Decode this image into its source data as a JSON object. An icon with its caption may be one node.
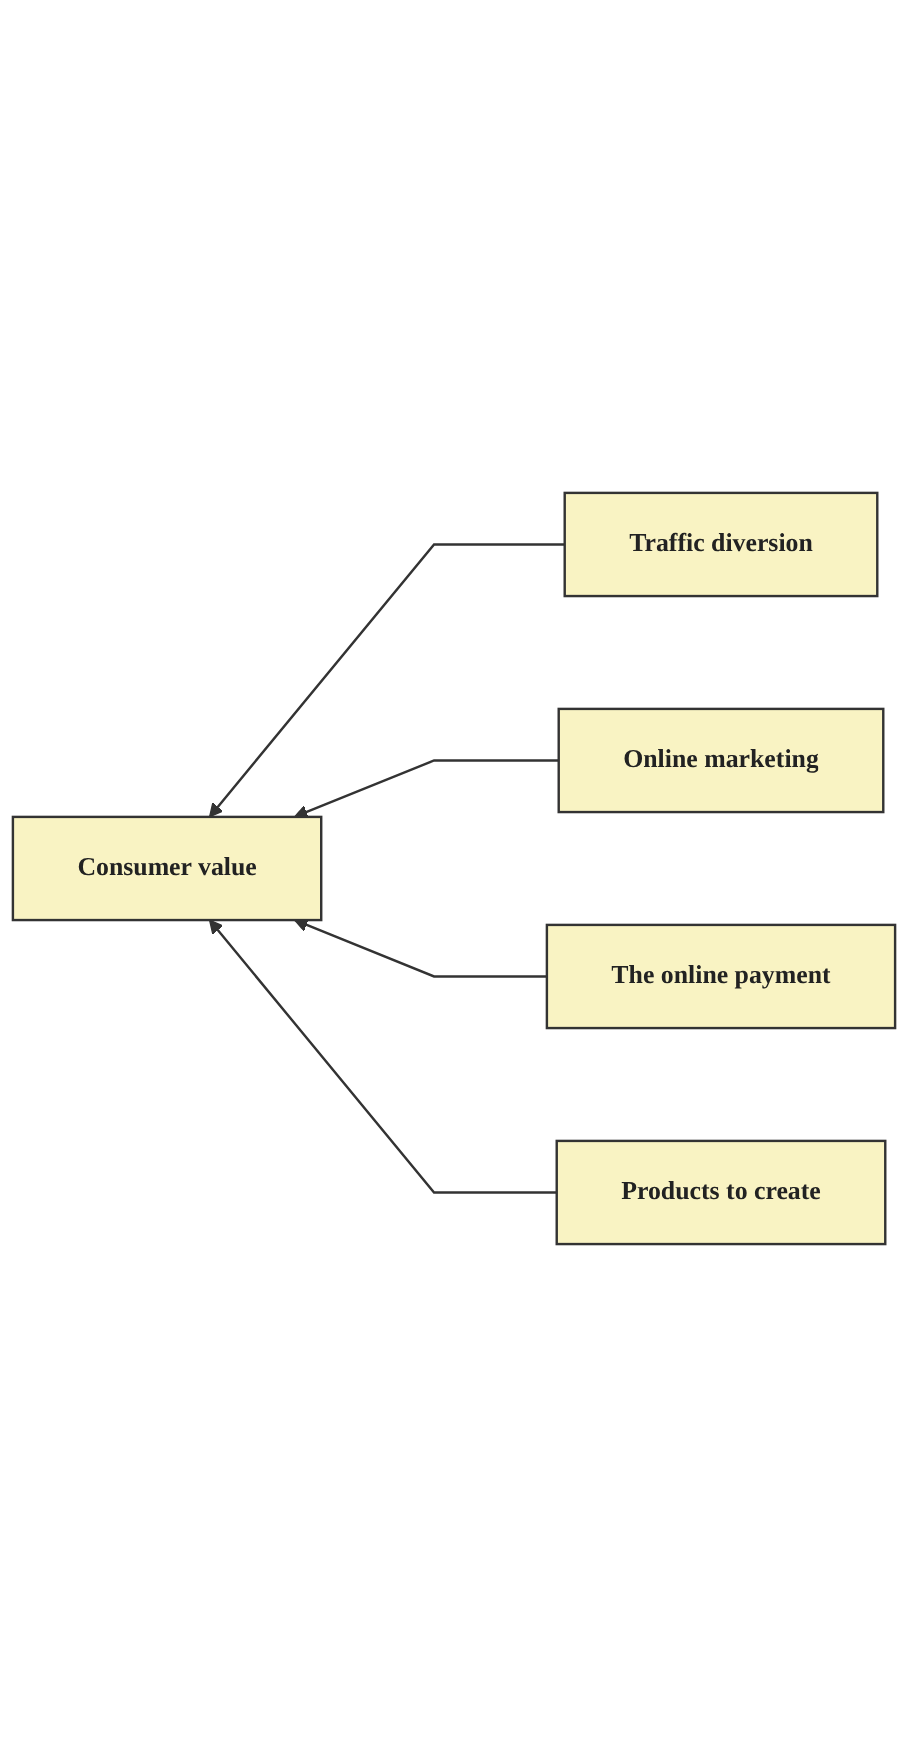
{
  "diagram": {
    "nodes": [
      {
        "text": [
          "Consumer value"
        ]
      },
      {
        "text": [
          "Traffic diversion"
        ]
      },
      {
        "text": [
          "Online marketing"
        ]
      },
      {
        "text": [
          "The online payment"
        ]
      },
      {
        "text": [
          "Products to create"
        ]
      }
    ],
    "edges": [
      {
        "from": 1,
        "to": 0,
        "arrow": "to"
      },
      {
        "from": 2,
        "to": 0,
        "arrow": "to"
      },
      {
        "from": 3,
        "to": 0,
        "arrow": "to"
      },
      {
        "from": 4,
        "to": 0,
        "arrow": "to"
      }
    ]
  }
}
